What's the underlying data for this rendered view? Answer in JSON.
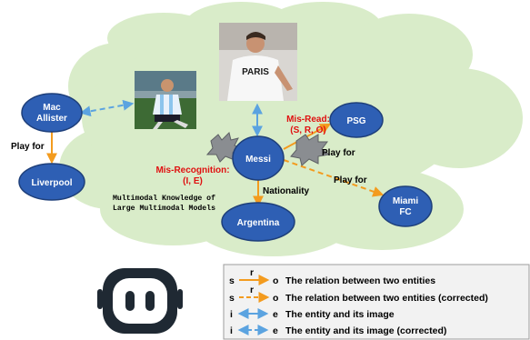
{
  "nodes": {
    "mac_allister": [
      "Mac",
      "Allister"
    ],
    "liverpool": "Liverpool",
    "messi": "Messi",
    "psg": "PSG",
    "miami_fc": [
      "Miami",
      "FC"
    ],
    "argentina": "Argentina"
  },
  "edges": {
    "mac_play_for": "Play for",
    "messi_psg_play_for": "Play for",
    "messi_miami_play_for": "Play for",
    "nationality": "Nationality"
  },
  "errors": {
    "mis_recognition": [
      "Mis-Recognition:",
      "(I, E)"
    ],
    "mis_read": [
      "Mis-Read:",
      "(S, R, O)"
    ]
  },
  "caption": [
    "Multimodal Knowledge of",
    "Large Multimodal Models"
  ],
  "images": {
    "player_photo": "footballer in Argentina jersey",
    "messi_photo": "PARIS"
  },
  "legend": {
    "rows": [
      {
        "s": "s",
        "r": "r",
        "o": "o",
        "text": "The relation between two entities"
      },
      {
        "s": "s",
        "r": "r",
        "o": "o",
        "text": "The relation between two entities (corrected)"
      },
      {
        "s": "i",
        "r": "",
        "o": "e",
        "text": "The entity and its image"
      },
      {
        "s": "i",
        "r": "",
        "o": "e",
        "text": "The entity and its image (corrected)"
      }
    ]
  },
  "colors": {
    "node_fill": "#2e5fb4",
    "node_stroke": "#1e3f7a",
    "cloud_fill": "#d9ecc9",
    "orange": "#f39b1e",
    "blue_arrow": "#5ba3e0",
    "error_red": "#e01010"
  }
}
